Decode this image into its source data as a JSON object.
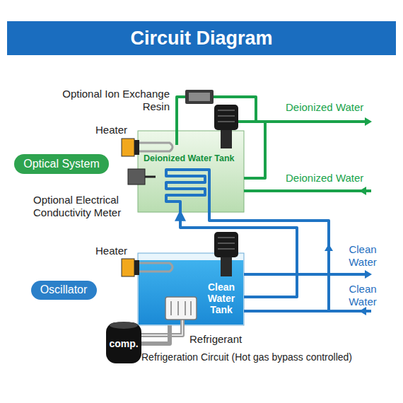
{
  "diagram": {
    "title": "Circuit Diagram",
    "nodes": [
      {
        "text": [
          "Optical System"
        ]
      },
      {
        "text": [
          "Deionized Water Tank"
        ]
      },
      {
        "text": [
          "Oscillator"
        ]
      },
      {
        "text": [
          "Clean Water Tank"
        ]
      },
      {
        "text": [
          "comp."
        ]
      }
    ],
    "edges": [
      {
        "from": 3,
        "to": 1,
        "arrow": "to"
      },
      {
        "from": 4,
        "to": 3,
        "arrow": "none"
      }
    ],
    "labels": [
      "Optional Ion Exchange Resin",
      "Heater",
      "Optional Electrical Conductivity Meter",
      "Deionized Water",
      "Deionized Water",
      "Heater",
      "Clean Water",
      "Clean Water",
      "Refrigerant",
      "Refrigeration Circuit (Hot gas bypass controlled)"
    ]
  }
}
